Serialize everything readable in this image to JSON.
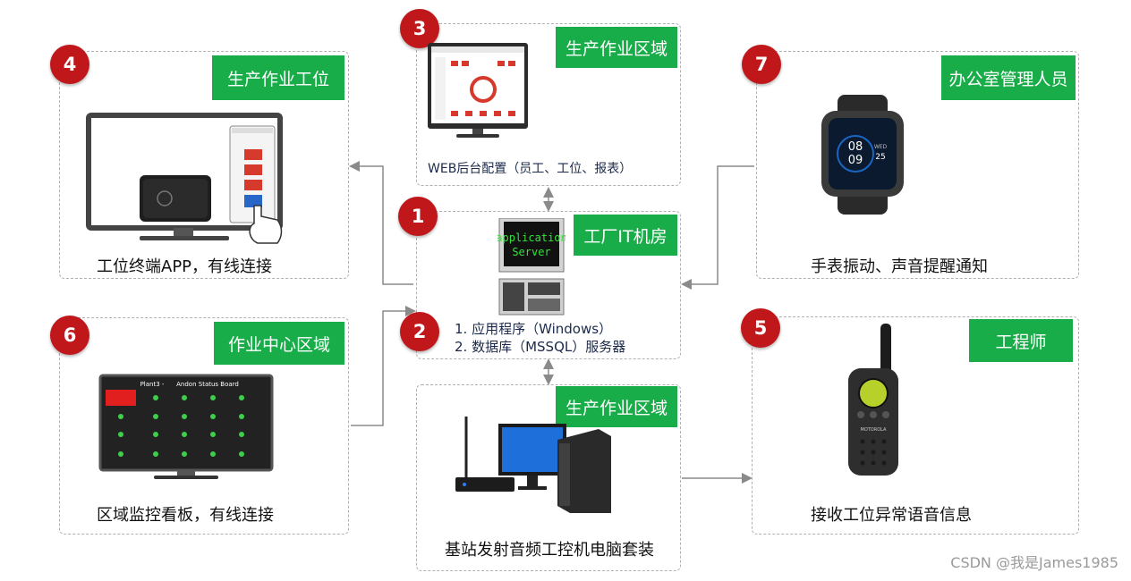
{
  "badges": [
    "1",
    "2",
    "3",
    "4",
    "5",
    "6",
    "7"
  ],
  "tags": {
    "factory_it": "工厂IT机房",
    "production_area_top": "生产作业区域",
    "production_area_bottom": "生产作业区域",
    "workstation": "生产作业工位",
    "office_manager": "办公室管理人员",
    "work_center": "作业中心区域",
    "engineer": "工程师"
  },
  "captions": {
    "web_config": "WEB后台配置（员工、工位、报表）",
    "terminal_app": "工位终端APP，有线连接",
    "watch": "手表振动、声音提醒通知",
    "board": "区域监控看板，有线连接",
    "receive": "接收工位异常语音信息",
    "base_station": "基站发射音频工控机电脑套装"
  },
  "server": {
    "screen_text_1": "application",
    "screen_text_2": "Server",
    "list": [
      "1. 应用程序（Windows）",
      "2. 数据库（MSSQL）服务器"
    ]
  },
  "board": {
    "title_left": "Plant3 -",
    "title_right": "Andon Status Board"
  },
  "watch": {
    "time_h": "08",
    "time_m": "09",
    "day": "WED",
    "date": "25"
  },
  "radio": {
    "brand": "MOTOROLA"
  },
  "colors": {
    "tag": "#19ad4a",
    "badge": "#c0171b",
    "connector": "#8a8a8a"
  },
  "watermark": "CSDN @我是James1985"
}
